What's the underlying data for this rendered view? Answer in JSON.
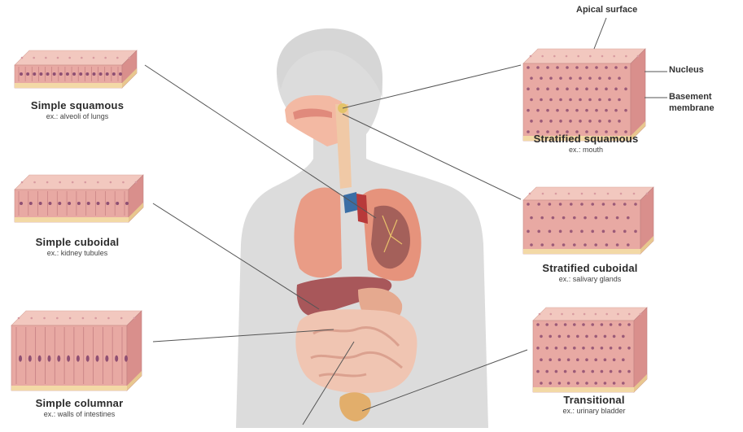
{
  "tissues": [
    {
      "key": "simple-squamous",
      "name": "Simple squamous",
      "example": "ex.: alveoli of lungs"
    },
    {
      "key": "simple-cuboidal",
      "name": "Simple cuboidal",
      "example": "ex.: kidney tubules"
    },
    {
      "key": "simple-columnar",
      "name": "Simple columnar",
      "example": "ex.: walls of intestines"
    },
    {
      "key": "stratified-squamous",
      "name": "Stratified squamous",
      "example": "ex.: mouth"
    },
    {
      "key": "stratified-cuboidal",
      "name": "Stratified cuboidal",
      "example": "ex.: salivary glands"
    },
    {
      "key": "transitional",
      "name": "Transitional",
      "example": "ex.: urinary bladder"
    }
  ],
  "callouts": {
    "apical_surface": "Apical surface",
    "nucleus": "Nucleus",
    "basement_membrane_line1": "Basement",
    "basement_membrane_line2": "membrane"
  },
  "colors": {
    "silhouette": "#d9d9d9",
    "tissue_top": "#f2c8bf",
    "tissue_front": "#e8a9a3",
    "tissue_side": "#d98f8c",
    "membrane": "#f3d9a6",
    "organ_lung": "#e99c86",
    "organ_liver": "#a8575a",
    "organ_intestine": "#f0c5b2",
    "leader_line": "#555555"
  }
}
